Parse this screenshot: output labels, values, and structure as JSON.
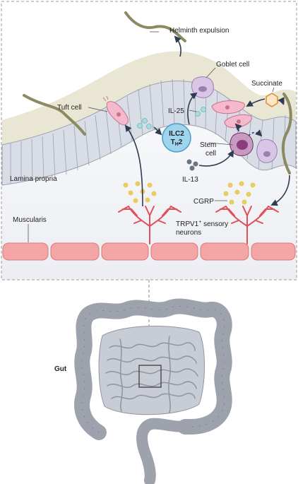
{
  "labels": {
    "helminth_expulsion": "Helminth expulsion",
    "goblet_cell": "Goblet cell",
    "succinate": "Succinate",
    "tuft_cell": "Tuft cell",
    "il25": "IL-25",
    "ilc2": "ILC2",
    "th2_main": "T",
    "th2_sub": "H",
    "th2_num": "2",
    "stem_cell_1": "Stem",
    "stem_cell_2": "cell",
    "lamina_propria": "Lamina propria",
    "il13": "IL-13",
    "cgrp": "CGRP",
    "muscularis": "Muscularis",
    "trpv1_main": "TRPV1",
    "trpv1_sup": "+",
    "trpv1_rest": " sensory",
    "neurons": "neurons",
    "gut": "Gut"
  },
  "colors": {
    "mucus": "#e9e6d4",
    "epithelium": "#d9dde6",
    "epithelium_stroke": "#9aa1b0",
    "muscle": "#f4a6a6",
    "nerve": "#e0505a",
    "cgrp_dots": "#e8cc60",
    "il25_dots": "#a7dcdf",
    "il13_dots": "#6b7584",
    "ilc2_cell": "#9fd4ef",
    "tuft": "#f4b9cc",
    "goblet": "#d9c6e6",
    "stem": "#8b3c7d",
    "worm": "#8b8a62",
    "gut": "#a4a8b2",
    "arrow": "#2f3b52"
  }
}
